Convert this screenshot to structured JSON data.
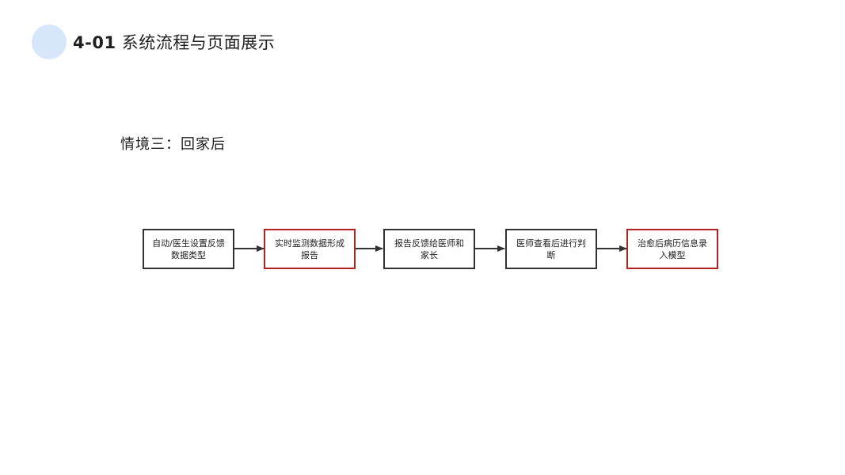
{
  "header": {
    "number": "4-01",
    "title": "系统流程与页面展示"
  },
  "scenario": {
    "label": "情境三：回家后"
  },
  "flow": {
    "steps": [
      {
        "text": "自动/医生设置反馈数据类型",
        "highlight": false
      },
      {
        "text": "实时监测数据形成报告",
        "highlight": true
      },
      {
        "text": "报告反馈给医师和家长",
        "highlight": false
      },
      {
        "text": "医师查看后进行判断",
        "highlight": false
      },
      {
        "text": "治愈后病历信息录入模型",
        "highlight": true
      }
    ],
    "colors": {
      "border": "#333333",
      "highlight_border": "#b22222",
      "arrow": "#333333",
      "title_dot": "#d8e6fb"
    }
  }
}
